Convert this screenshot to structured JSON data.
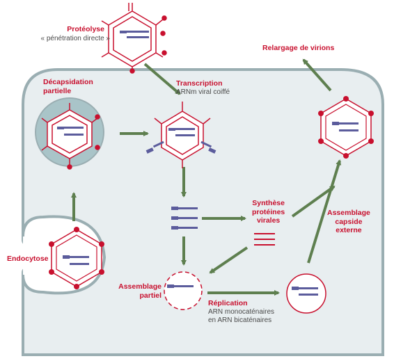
{
  "labels": {
    "proteolyse": {
      "title": "Protéolyse",
      "sub": "« pénétration directe »"
    },
    "decapsidation": {
      "line1": "Décapsidation",
      "line2": "partielle"
    },
    "transcription": {
      "title": "Transcription",
      "sub": "ARNm viral coiffé"
    },
    "relargage": "Relargage de virions",
    "synthese": {
      "line1": "Synthèse",
      "line2": "protéines",
      "line3": "virales"
    },
    "assemblage_capside": {
      "line1": "Assemblage",
      "line2": "capside",
      "line3": "externe"
    },
    "endocytose": "Endocytose",
    "assemblage_partiel": {
      "line1": "Assemblage",
      "line2": "partiel"
    },
    "replication": {
      "title": "Réplication",
      "sub1": "ARN monocaténaires",
      "sub2": "en ARN bicaténaires"
    }
  },
  "colors": {
    "red": "#c8102e",
    "cell_fill": "#e8eef0",
    "cell_border": "#9aaeb2",
    "vesicle": "#a9c4c8",
    "arrow": "#5e7f4f",
    "rna": "#5b5c9c"
  }
}
